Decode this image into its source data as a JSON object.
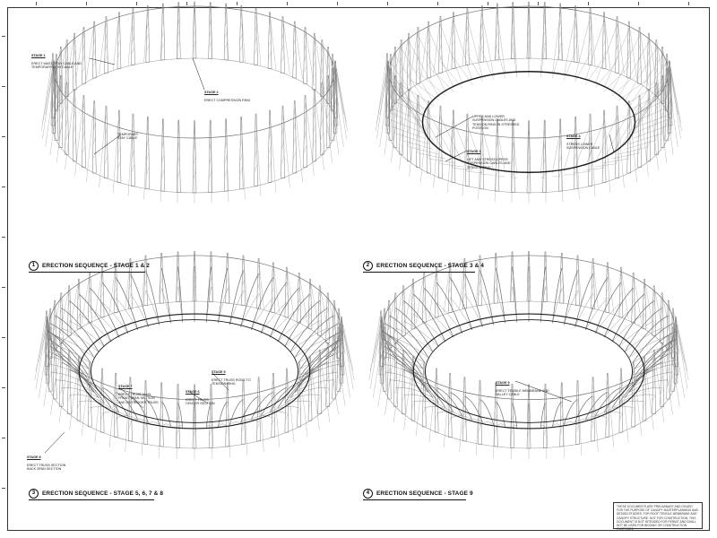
{
  "panels": [
    {
      "number": "1",
      "title": "ERECTION SEQUENCE - STAGE 1 & 2",
      "notes": [
        {
          "stage": "STAGE 1",
          "text": "ERECT MAST, STAY CABLE AND\nTEMPORARY STAY CABLE"
        },
        {
          "stage": "STAGE 2",
          "text": "ERECT COMPRESSION RING"
        },
        {
          "stage": "",
          "text": "TEMPORARY\nSTAY CABLE"
        }
      ]
    },
    {
      "number": "2",
      "title": "ERECTION SEQUENCE - STAGE 3 & 4",
      "notes": [
        {
          "stage": "",
          "text": "UPPER AND LOWER\nSUSPENSION CABLES AND\nTENSION RING IN STRESSED\nPOSITION"
        },
        {
          "stage": "STAGE 3",
          "text": "LIFT AND STRESS UPPER\nSUSPENSION CABLES AND\nTENSION RING"
        },
        {
          "stage": "STAGE 4",
          "text": "STRESS LOWER\nSUSPENSION CABLE"
        }
      ]
    },
    {
      "number": "3",
      "title": "ERECTION SEQUENCE - STAGE 5, 6, 7 & 8",
      "notes": [
        {
          "stage": "STAGE 7",
          "text": "ERECT TRUSS MAIN\nFRONT SPAN SECTION\nAND OUTRIGGER TRUSS"
        },
        {
          "stage": "STAGE 5",
          "text": "ERECT TRUSS RODS TO\nTENSION RING"
        },
        {
          "stage": "STAGE 6",
          "text": "ERECT TRUSS\nCENTER SECTION"
        },
        {
          "stage": "STAGE 8",
          "text": "ERECT TRUSS SECTION\nBACK SPAN SECTION"
        }
      ]
    },
    {
      "number": "4",
      "title": "ERECTION SEQUENCE - STAGE 9",
      "notes": [
        {
          "stage": "STAGE 9",
          "text": "ERECT TENSILE MEMBRANE AND\nVALLEY CABLE"
        }
      ]
    }
  ],
  "disclaimer": "THESE DOCUMENTS ARE PRELIMINARY AND ISSUED FOR THE PURPOSE OF CANOPY MASTERPLANNING AND DESIGN STUDIES. FOR ROOF TENSILE MEMBRANE AND CANOPY STRUCTURE. NOT FOR CONSTRUCTION. THIS DOCUMENT IS NOT INTENDED FOR PERMIT AND SHALL NOT BE USED FOR BIDDING OR CONSTRUCTION PURPOSES.",
  "colors": {
    "ink": "#111111",
    "mast": "#6e6e6e",
    "ring": "#1a1a1a",
    "light": "#9a9a9a"
  }
}
